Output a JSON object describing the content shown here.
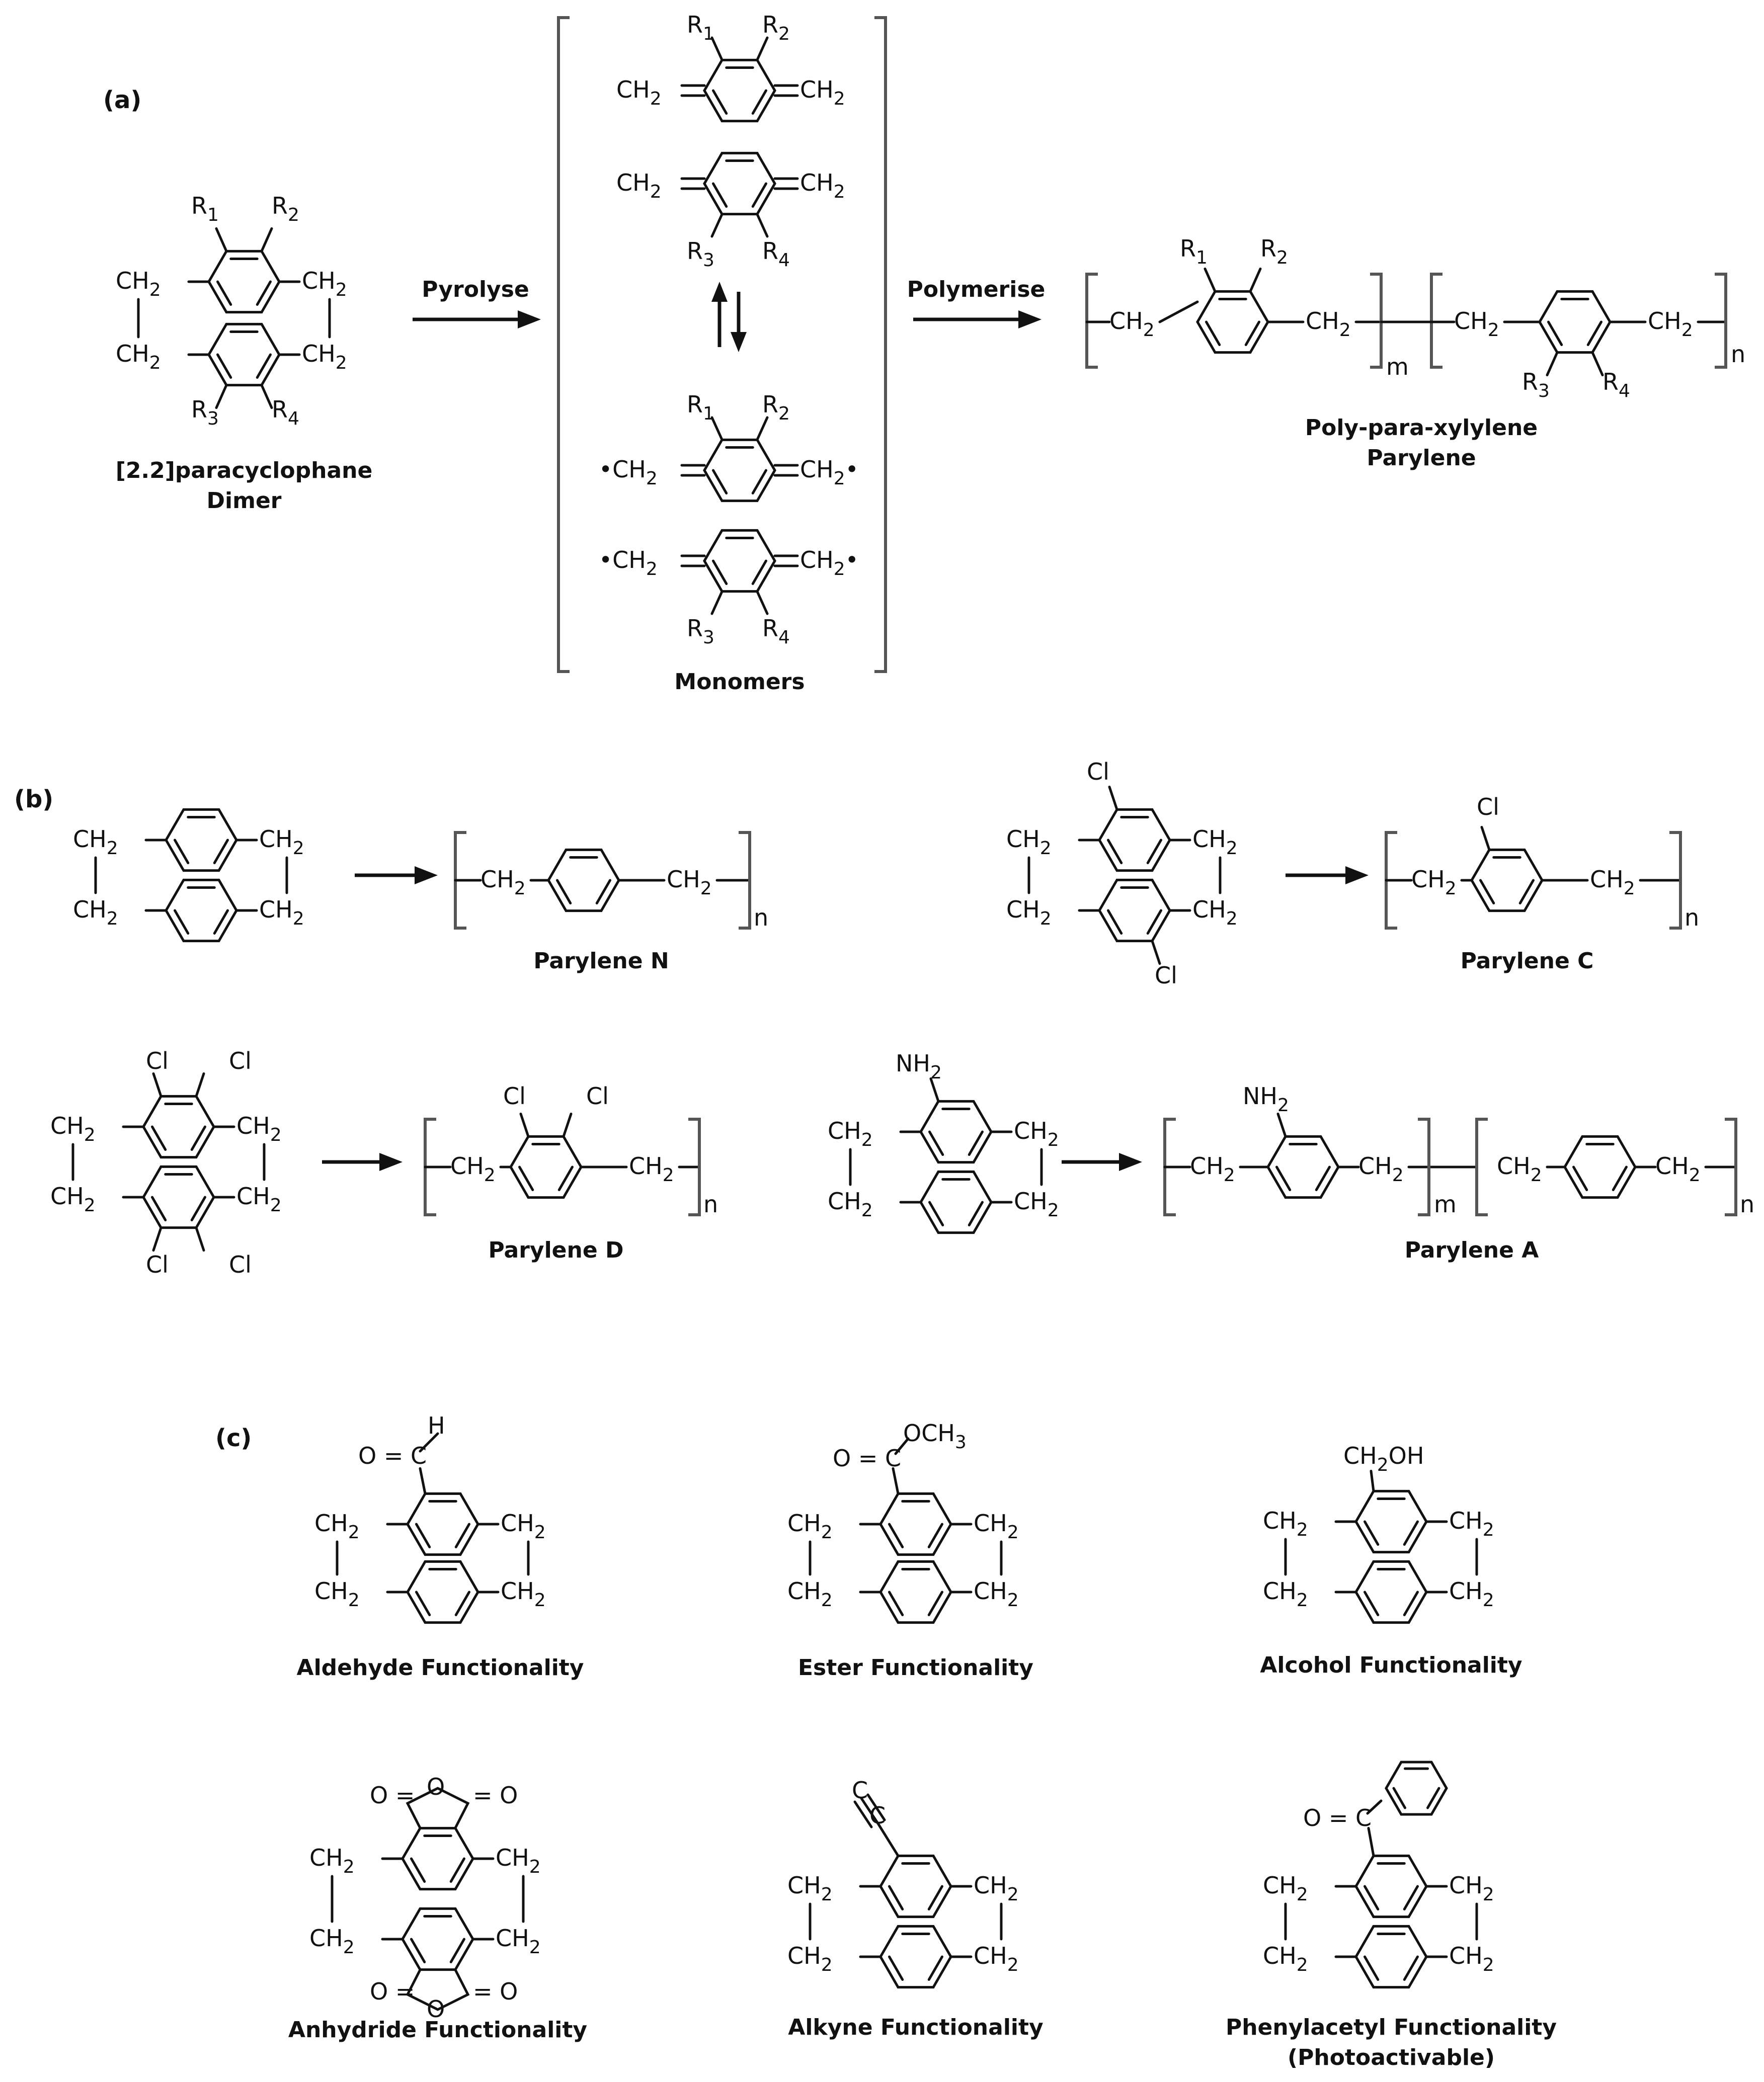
{
  "panels": {
    "a": "(a)",
    "b": "(b)",
    "c": "(c)"
  },
  "atoms": {
    "CH": "CH",
    "two": "2",
    "R": "R",
    "r1": "1",
    "r2": "2",
    "r3": "3",
    "r4": "4",
    "Cl": "Cl",
    "NH": "NH",
    "O": "O",
    "H": "H",
    "C": "C",
    "OCH": "OCH",
    "three": "3",
    "OH": "OH",
    "m": "m",
    "n": "n",
    "radical": "•"
  },
  "reaction_a": {
    "pyrolyse": "Pyrolyse",
    "polymerise": "Polymerise",
    "dimer_line1": "[2.2]paracyclophane",
    "dimer_line2": "Dimer",
    "monomers": "Monomers",
    "polymer_line1": "Poly-para-xylylene",
    "polymer_line2": "Parylene"
  },
  "parylenes": {
    "N": "Parylene N",
    "C": "Parylene C",
    "D": "Parylene D",
    "A": "Parylene A"
  },
  "functionalities": {
    "aldehyde": "Aldehyde Functionality",
    "ester": "Ester Functionality",
    "alcohol": "Alcohol Functionality",
    "anhydride": "Anhydride Functionality",
    "alkyne": "Alkyne Functionality",
    "phenylacetyl_line1": "Phenylacetyl Functionality",
    "phenylacetyl_line2": "(Photoactivable)"
  }
}
